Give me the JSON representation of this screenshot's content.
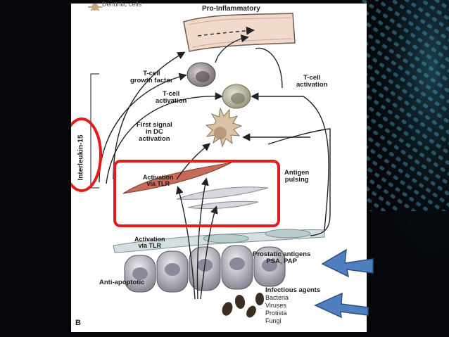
{
  "figure": {
    "top_label": "Dendritic cells",
    "pro_inflammatory": "Pro-Inflammatory",
    "tcell_growth_factor": "T-cell\ngrowth factor",
    "tcell_activation_left": "T-cell\nactivation",
    "tcell_activation_right": "T-cell\nactivation",
    "first_signal": "First signal\nin DC\nactivation",
    "antigen_pulsing": "Antigen\npulsing",
    "activation_tlr_top": "Activation\nvia TLR",
    "activation_tlr_bottom": "Activation\nvia TLR",
    "interleukin": "Interleukin-15",
    "anti_apoptotic": "Anti-apoptotic",
    "prostatic_antigens": "Prostatic antigens\nPSA, PAP",
    "infectious_agents_title": "Infectious agents",
    "infectious_agents": [
      "Bacteria",
      "Viruses",
      "Protista",
      "Fungi"
    ],
    "panel_letter": "B"
  },
  "colors": {
    "highlight_red": "#e41b1b",
    "pointer_arrow_blue": "#4f7fbf"
  }
}
